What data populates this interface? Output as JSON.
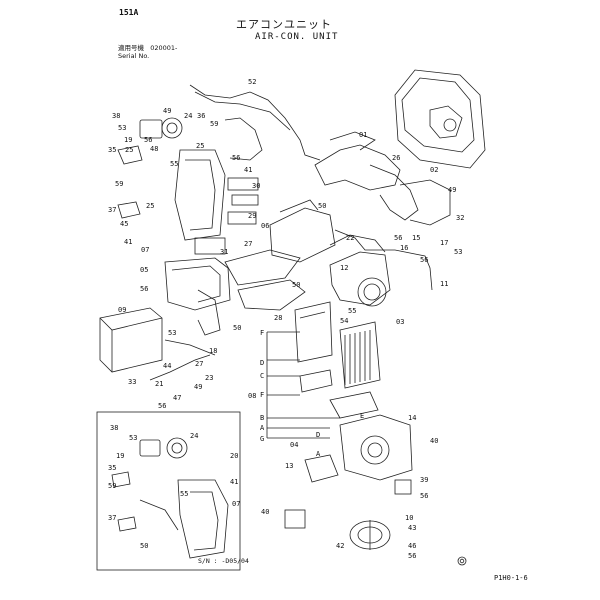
{
  "header": {
    "page_code": "151A",
    "title_jp": "エアコンユニット",
    "title_en": "AIR-CON. UNIT",
    "serial_label_jp": "適用号機",
    "serial_value": "020001-",
    "serial_label_en": "Serial No."
  },
  "inset": {
    "sn_note": "S/N : -D05/04"
  },
  "footer": {
    "code": "P1H0-1-6"
  },
  "section_letters": [
    "F",
    "D",
    "C",
    "F",
    "B",
    "A",
    "G",
    "E",
    "D",
    "A"
  ],
  "callouts": [
    "151A",
    "52",
    "38",
    "24",
    "49",
    "53",
    "19",
    "56",
    "36",
    "59",
    "48",
    "25",
    "35",
    "25",
    "56",
    "55",
    "41",
    "59",
    "30",
    "37",
    "25",
    "29",
    "45",
    "41",
    "07",
    "06",
    "31",
    "27",
    "01",
    "26",
    "02",
    "49",
    "32",
    "05",
    "56",
    "50",
    "50",
    "09",
    "28",
    "50",
    "53",
    "18",
    "27",
    "44",
    "33",
    "21",
    "23",
    "56",
    "47",
    "49",
    "08",
    "04",
    "14",
    "40",
    "13",
    "39",
    "56",
    "40",
    "10",
    "43",
    "46",
    "56",
    "55",
    "54",
    "03",
    "11",
    "17",
    "53",
    "16",
    "15",
    "56",
    "22",
    "42",
    "12",
    "56",
    "20",
    "38",
    "24",
    "19",
    "41",
    "37",
    "53",
    "35",
    "59",
    "07",
    "50",
    "55"
  ]
}
